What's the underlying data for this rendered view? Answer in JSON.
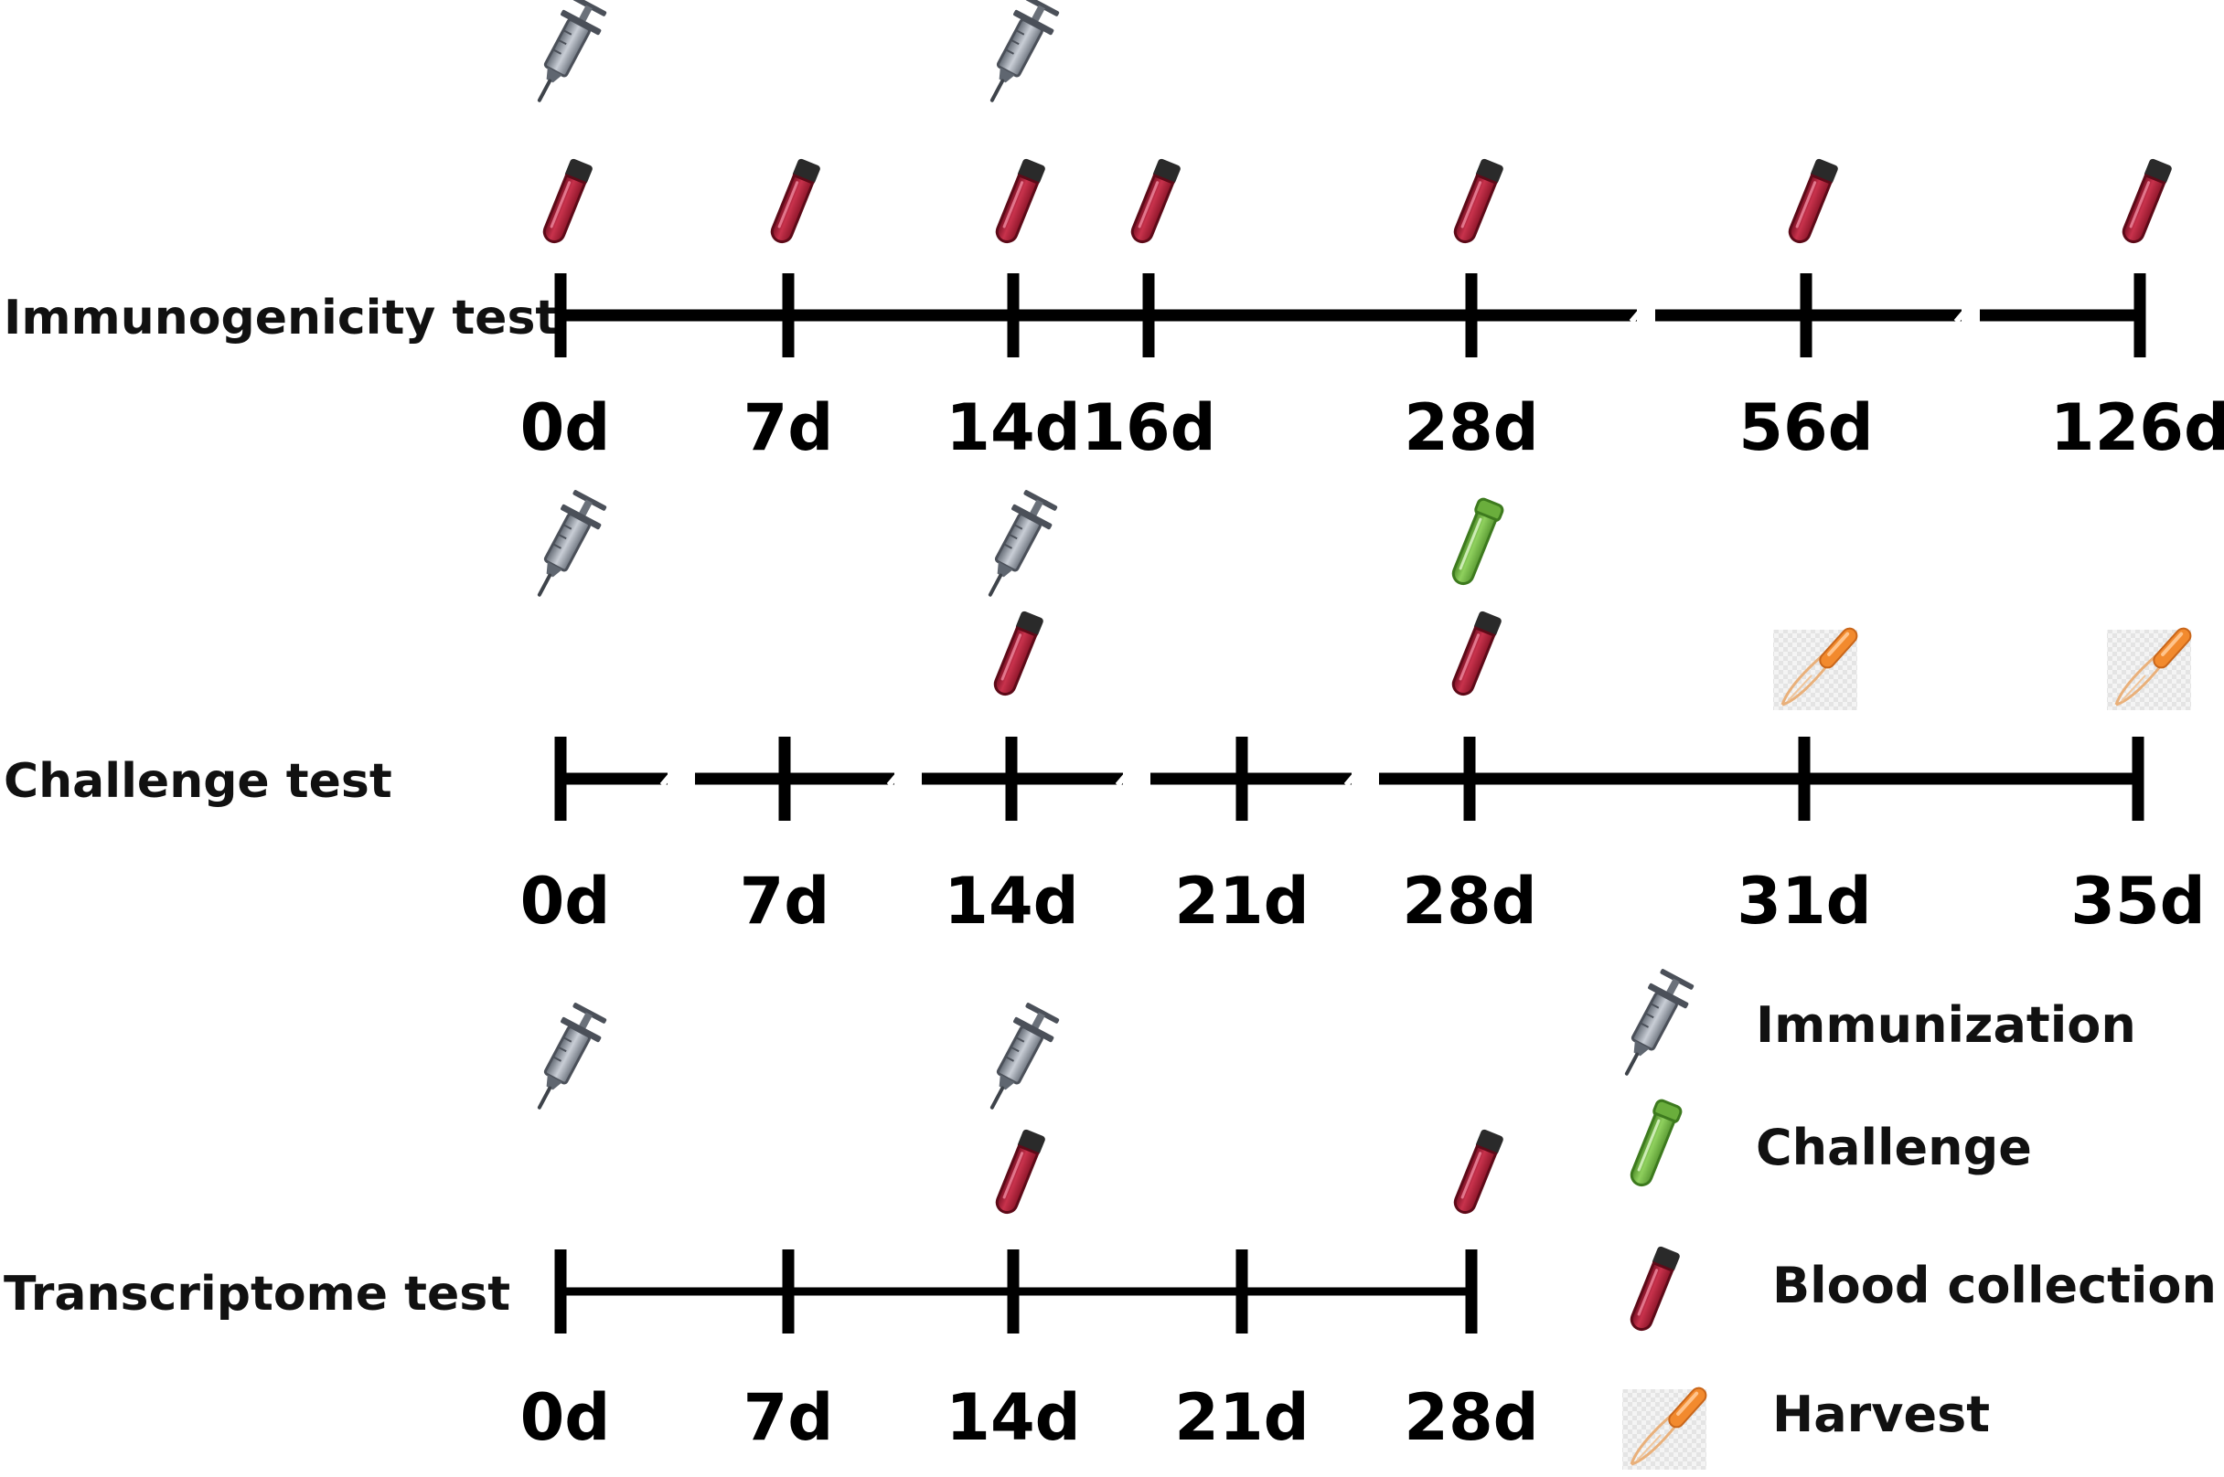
{
  "timelines": [
    {
      "name": "Immunogenicity test",
      "ticks": [
        {
          "label": "0d",
          "events": [
            "immunization",
            "blood"
          ]
        },
        {
          "label": "7d",
          "events": [
            "blood"
          ]
        },
        {
          "label": "14d",
          "events": [
            "immunization",
            "blood"
          ]
        },
        {
          "label": "16d",
          "events": [
            "blood"
          ]
        },
        {
          "label": "28d",
          "events": [
            "blood"
          ]
        },
        {
          "label": "56d",
          "events": [
            "blood"
          ]
        },
        {
          "label": "126d",
          "events": [
            "blood"
          ]
        }
      ],
      "axis_breaks": 2
    },
    {
      "name": "Challenge test",
      "ticks": [
        {
          "label": "0d",
          "events": [
            "immunization"
          ]
        },
        {
          "label": "7d",
          "events": []
        },
        {
          "label": "14d",
          "events": [
            "immunization",
            "blood"
          ]
        },
        {
          "label": "21d",
          "events": []
        },
        {
          "label": "28d",
          "events": [
            "challenge",
            "blood"
          ]
        },
        {
          "label": "31d",
          "events": [
            "harvest"
          ]
        },
        {
          "label": "35d",
          "events": [
            "harvest"
          ]
        }
      ],
      "axis_breaks": 4
    },
    {
      "name": "Transcriptome test",
      "ticks": [
        {
          "label": "0d",
          "events": [
            "immunization"
          ]
        },
        {
          "label": "7d",
          "events": []
        },
        {
          "label": "14d",
          "events": [
            "immunization",
            "blood"
          ]
        },
        {
          "label": "21d",
          "events": []
        },
        {
          "label": "28d",
          "events": [
            "blood"
          ]
        }
      ],
      "axis_breaks": 0
    }
  ],
  "legend": [
    {
      "key": "immunization",
      "label": "Immunization",
      "icon": "syringe-icon"
    },
    {
      "key": "challenge",
      "label": "Challenge",
      "icon": "challenge-tube-icon"
    },
    {
      "key": "blood",
      "label": "Blood collection",
      "icon": "blood-tube-icon"
    },
    {
      "key": "harvest",
      "label": "Harvest",
      "icon": "harvest-pipette-icon"
    }
  ],
  "colors": {
    "axis": "#000000",
    "syringe": "#8a9099",
    "blood_tube": "#b0203a",
    "challenge_tube": "#6db33f",
    "harvest": "#f28a2e"
  }
}
